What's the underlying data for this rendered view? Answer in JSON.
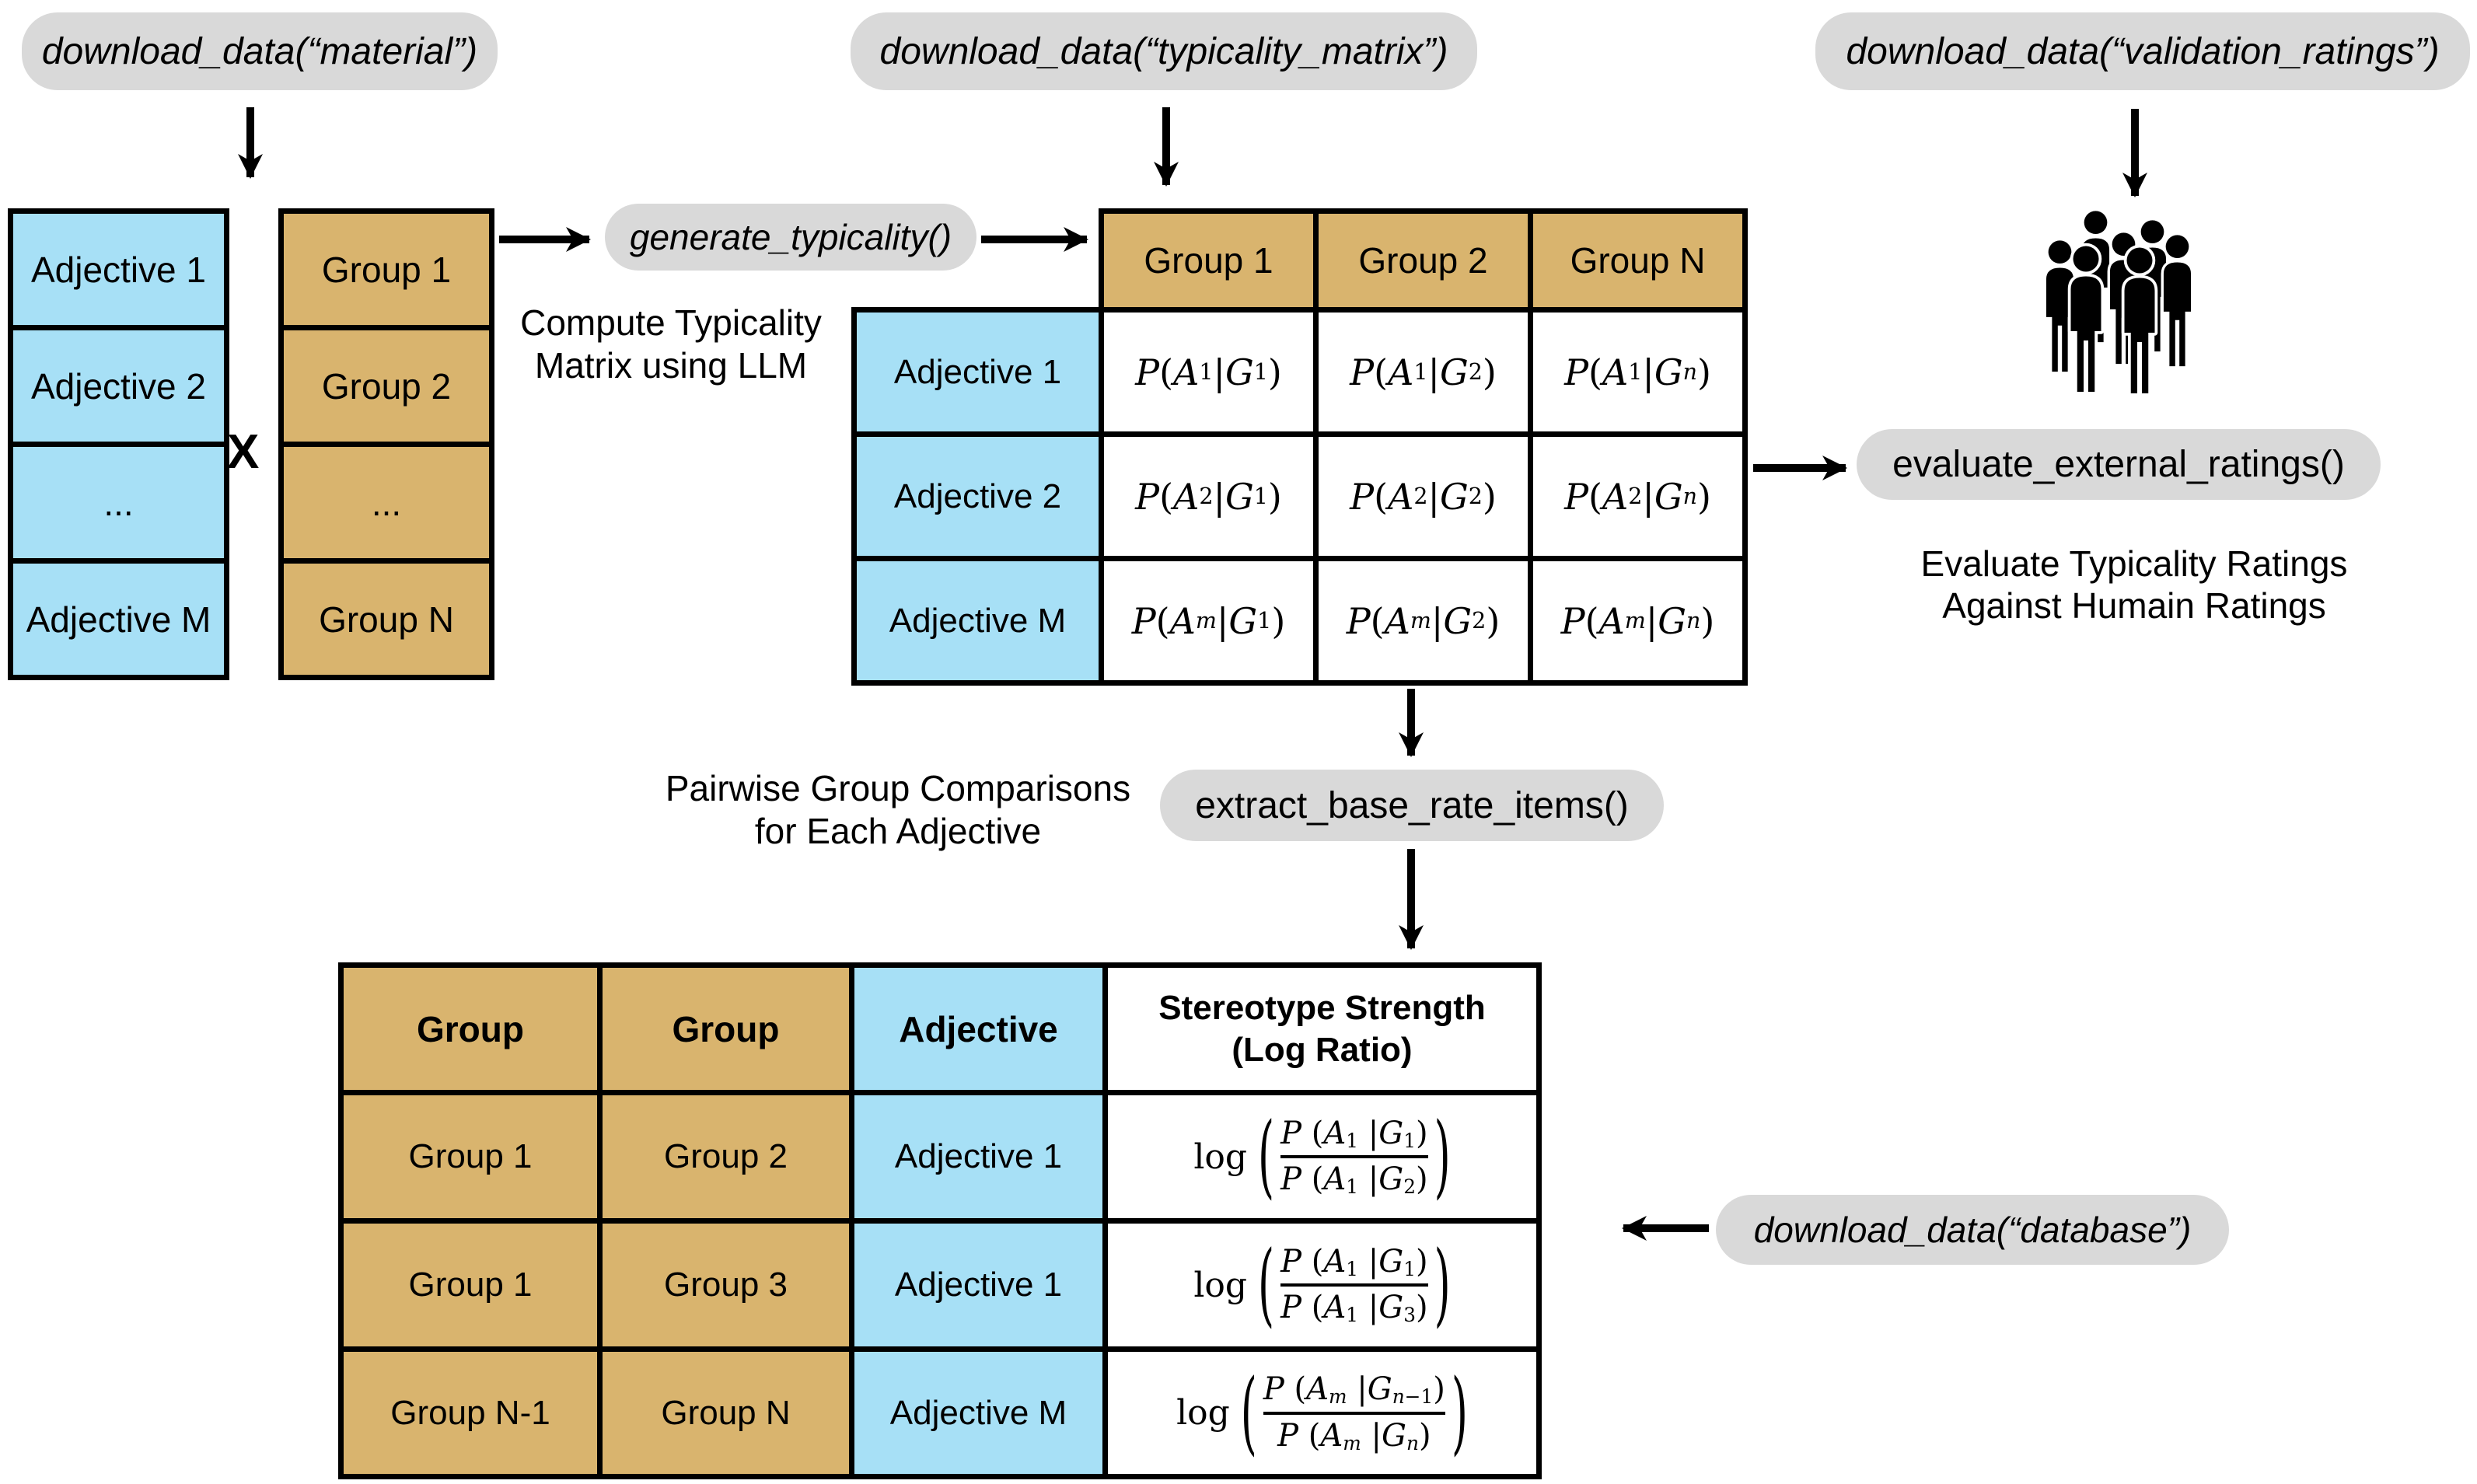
{
  "colors": {
    "tan": "#D9B46E",
    "blue": "#A7E0F6",
    "pill_gray": "#D9D9D9",
    "line": "#000000"
  },
  "pills": {
    "download_material": "download_data(“material”)",
    "download_typicality_matrix": "download_data(“typicality_matrix”)",
    "download_validation_ratings": "download_data(“validation_ratings”)",
    "generate_typicality": "generate_typicality()",
    "evaluate_external_ratings": "evaluate_external_ratings()",
    "extract_base_rate_items": "extract_base_rate_items()",
    "download_database": "download_data(“database”)"
  },
  "notes": {
    "compute": [
      "Compute Typicality",
      "Matrix using LLM"
    ],
    "evaluate": [
      "Evaluate Typicality Ratings",
      "Against Humain Ratings"
    ],
    "pairwise": [
      "Pairwise Group Comparisons",
      "for Each Adjective"
    ]
  },
  "cross_operator": "X",
  "adjectives": [
    "Adjective 1",
    "Adjective 2",
    "...",
    "Adjective M"
  ],
  "groups": [
    "Group 1",
    "Group 2",
    "...",
    "Group N"
  ],
  "icons": {
    "crowd": "crowd-of-people"
  },
  "typicality_matrix": {
    "col_headers": [
      "Group 1",
      "Group 2",
      "Group N"
    ],
    "row_headers": [
      "Adjective 1",
      "Adjective 2",
      "Adjective M"
    ],
    "cells": [
      [
        "P (A_{1} |G_{1})",
        "P (A_{1} |G_{2})",
        "P (A_{1} |G_{n})"
      ],
      [
        "P (A_{2} |G_{1})",
        "P (A_{2} |G_{2})",
        "P (A_{2} |G_{n})"
      ],
      [
        "P (A_{m} |G_{1})",
        "P (A_{m} |G_{2})",
        "P (A_{m} |G_{n})"
      ]
    ]
  },
  "base_rate_table": {
    "log_label": "log",
    "headers": [
      "Group",
      "Group",
      "Adjective"
    ],
    "stereotype_header": [
      "Stereotype Strength",
      "(Log Ratio)"
    ],
    "rows": [
      {
        "group_a": "Group 1",
        "group_b": "Group 2",
        "adjective": "Adjective 1",
        "numerator": "P (A_{1} |G_{1})",
        "denominator": "P (A_{1} |G_{2})"
      },
      {
        "group_a": "Group 1",
        "group_b": "Group 3",
        "adjective": "Adjective 1",
        "numerator": "P (A_{1} |G_{1})",
        "denominator": "P (A_{1} |G_{3})"
      },
      {
        "group_a": "Group N-1",
        "group_b": "Group N",
        "adjective": "Adjective M",
        "numerator": "P (A_{m} |G_{n−1})",
        "denominator": "P (A_{m} |G_{n})"
      }
    ]
  }
}
